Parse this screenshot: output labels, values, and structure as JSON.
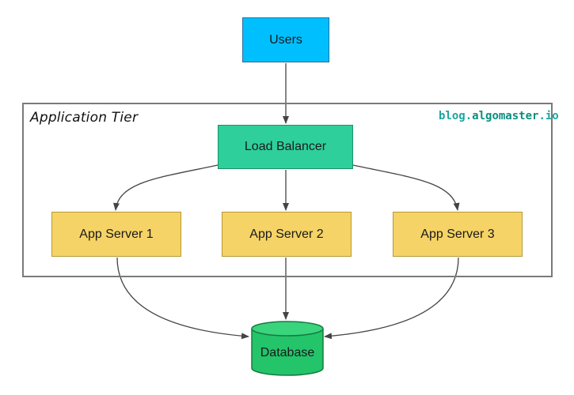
{
  "tier": {
    "label": "Application Tier"
  },
  "brand": {
    "part1": "blog.",
    "part2": "algomaster",
    "part3": ".io"
  },
  "nodes": {
    "users": "Users",
    "load_balancer": "Load Balancer",
    "app_servers": [
      "App Server 1",
      "App Server 2",
      "App Server 3"
    ],
    "database": "Database"
  },
  "colors": {
    "users": "#00bfff",
    "load_balancer": "#2ecf9a",
    "app_server": "#f5d366",
    "database": "#23c46a",
    "arrow": "#444444",
    "border": "#7a7a7a"
  }
}
